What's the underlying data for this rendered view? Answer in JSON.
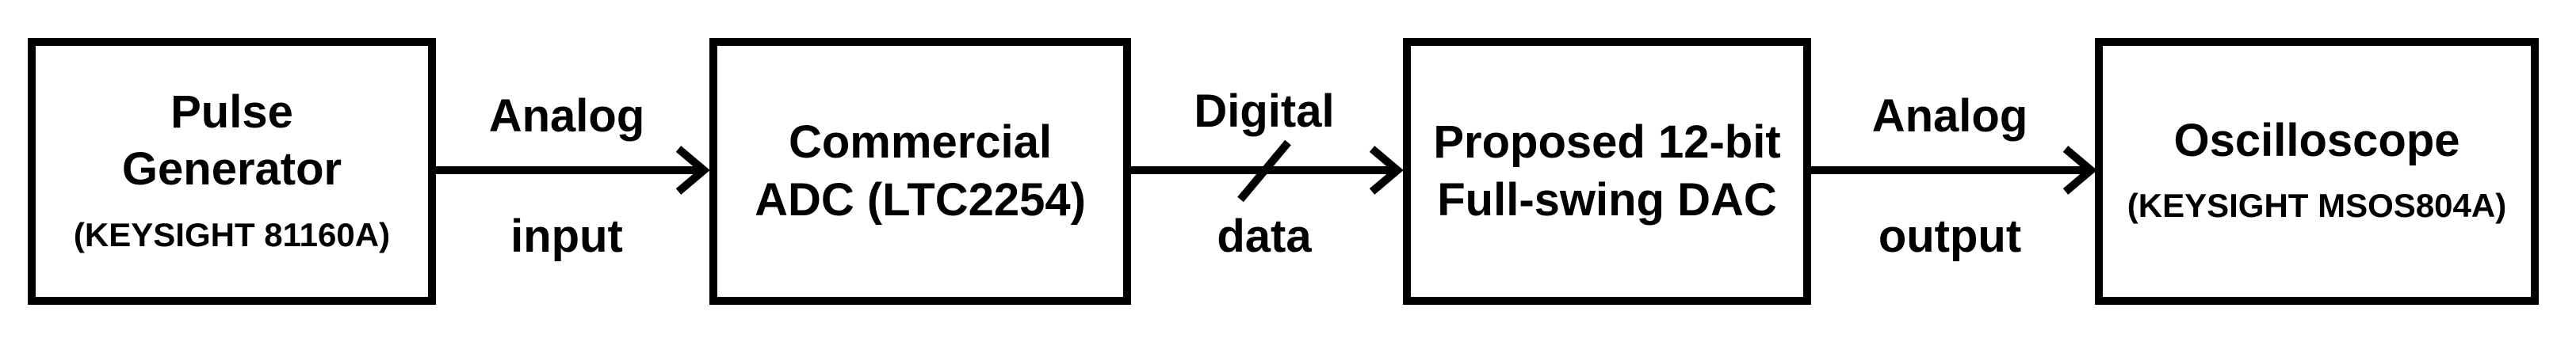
{
  "blocks": [
    {
      "lines": [
        "Pulse",
        "Generator"
      ],
      "sub": "(KEYSIGHT 81160A)"
    },
    {
      "lines": [
        "Commercial",
        "ADC (LTC2254)"
      ],
      "sub": ""
    },
    {
      "lines": [
        "Proposed 12-bit",
        "Full-swing DAC"
      ],
      "sub": ""
    },
    {
      "lines": [
        "Oscilloscope"
      ],
      "sub": "(KEYSIGHT MSOS804A)"
    }
  ],
  "connectors": [
    {
      "top": "Analog",
      "bottom": "input"
    },
    {
      "top": "Digital",
      "bottom": "data"
    },
    {
      "top": "Analog",
      "bottom": "output"
    }
  ]
}
